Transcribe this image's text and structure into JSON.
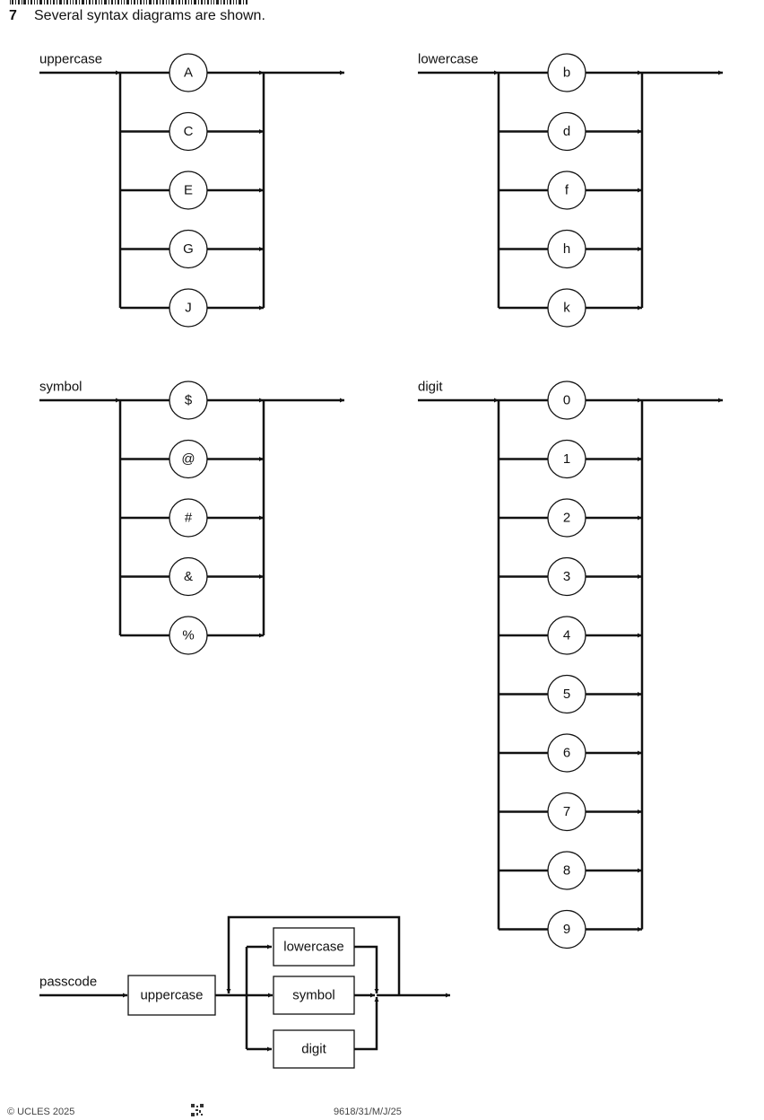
{
  "question": {
    "number": "7",
    "text": "Several syntax diagrams are shown."
  },
  "diagrams": {
    "uppercase": {
      "name": "uppercase",
      "options": [
        "A",
        "C",
        "E",
        "G",
        "J"
      ]
    },
    "lowercase": {
      "name": "lowercase",
      "options": [
        "b",
        "d",
        "f",
        "h",
        "k"
      ]
    },
    "symbol": {
      "name": "symbol",
      "options": [
        "$",
        "@",
        "#",
        "&",
        "%"
      ]
    },
    "digit": {
      "name": "digit",
      "options": [
        "0",
        "1",
        "2",
        "3",
        "4",
        "5",
        "6",
        "7",
        "8",
        "9"
      ]
    },
    "passcode": {
      "name": "passcode",
      "first": "uppercase",
      "choices": [
        "lowercase",
        "symbol",
        "digit"
      ]
    }
  },
  "footer": {
    "copyright": "© UCLES 2025",
    "code": "9618/31/M/J/25"
  }
}
